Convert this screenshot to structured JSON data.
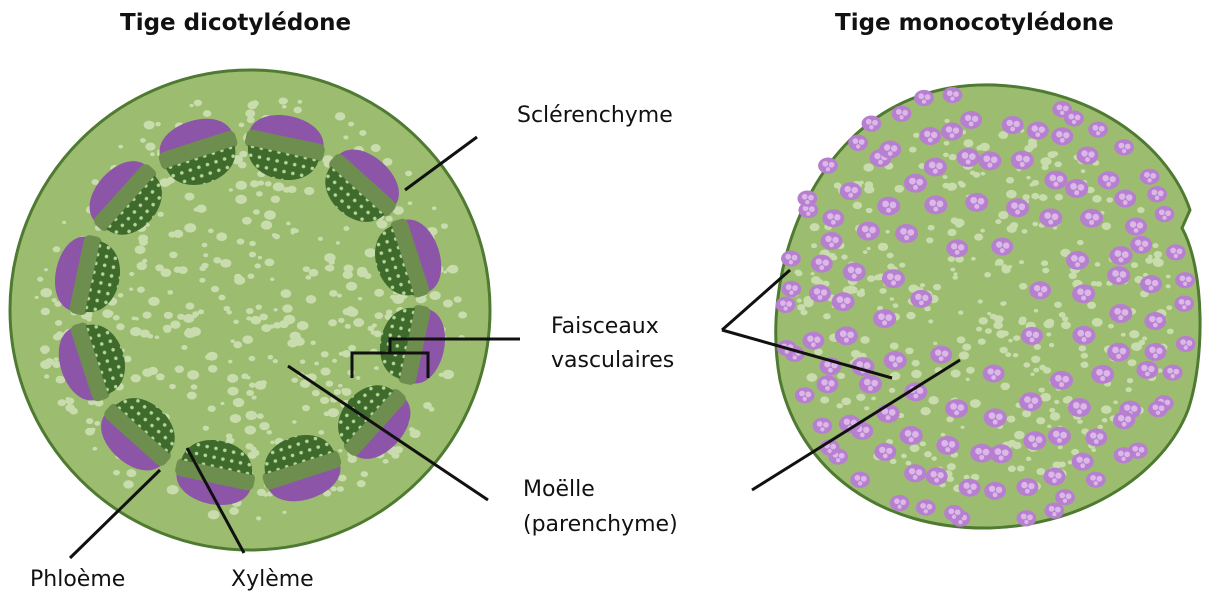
{
  "titles": {
    "dicot": "Tige dicotylédone",
    "monocot": "Tige monocotylédone"
  },
  "labels": {
    "sclerenchyme": "Sclérenchyme",
    "faisceaux_line1": "Faisceaux",
    "faisceaux_line2": "vasculaires",
    "moelle_line1": "Moëlle",
    "moelle_line2": "(parenchyme)",
    "phloeme": "Phloème",
    "xyleme": "Xylème"
  },
  "colors": {
    "stem_fill": "#9cbd6f",
    "stem_outline": "#4f7a32",
    "phloem": "#8d55a8",
    "sclerenchyma_band": "#6e8e4f",
    "xylem": "#3e6a2c",
    "xylem_dots": "#b8d69a",
    "parenchyma_cells": "#c9dcae",
    "monocot_bundle": "#b77fcf",
    "monocot_bundle_light": "#dbb8e8",
    "leader_line": "#111111"
  }
}
